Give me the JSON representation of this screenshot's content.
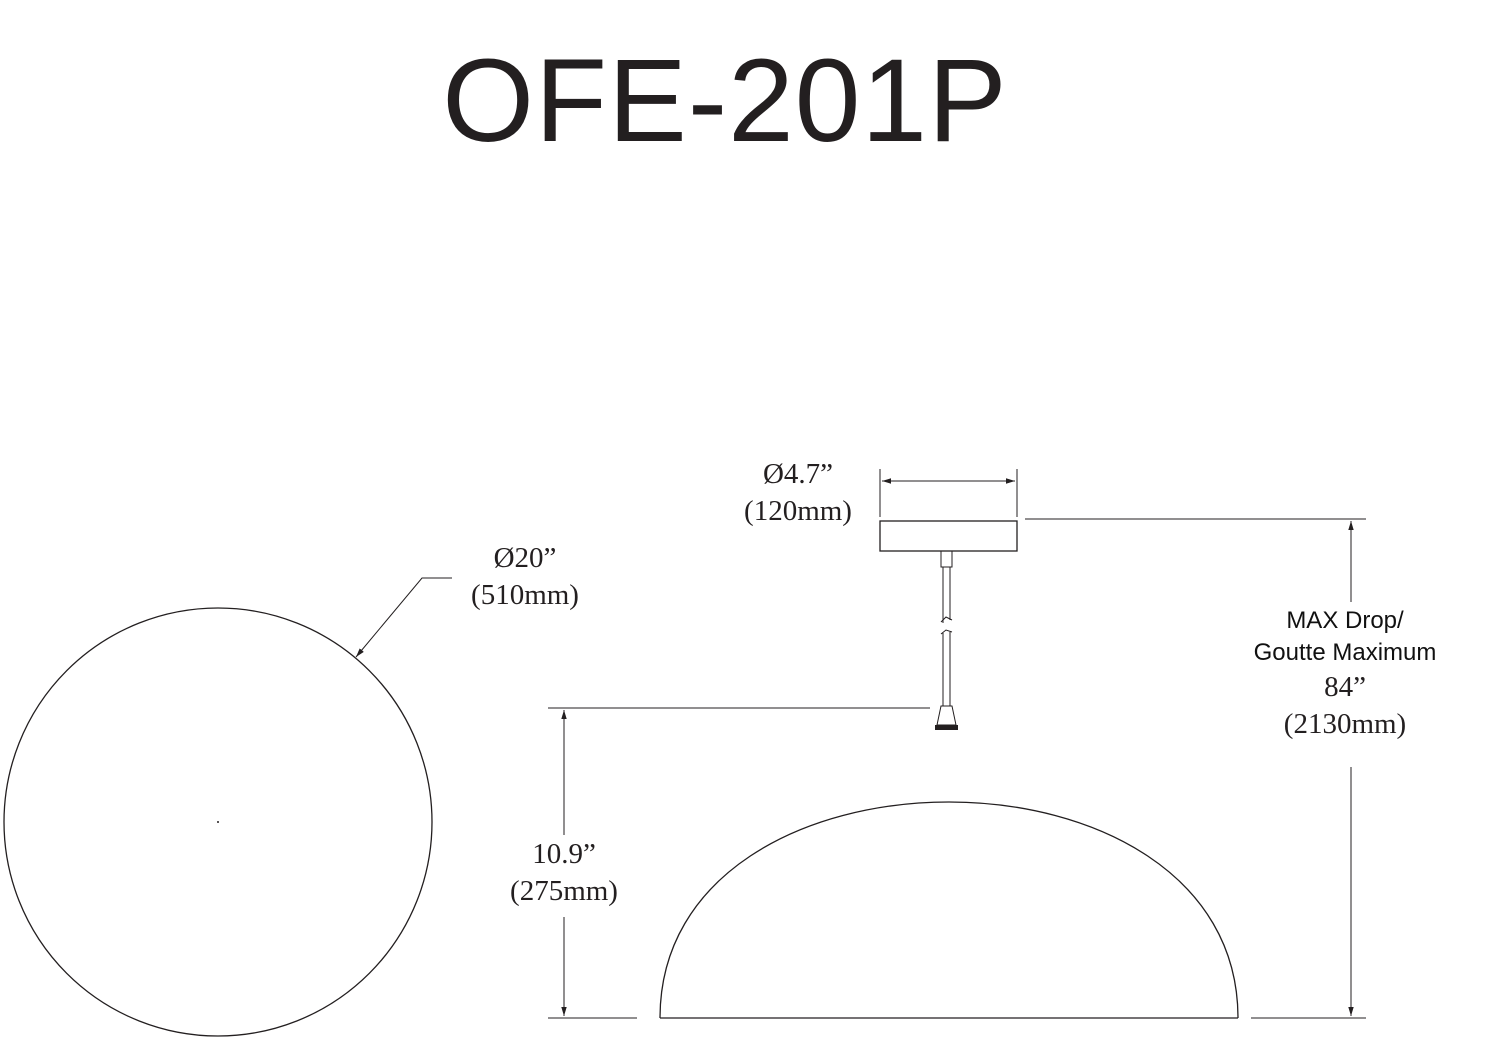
{
  "title": "OFE-201P",
  "canopy_dim": {
    "inches": "Ø4.7”",
    "mm": "(120mm)"
  },
  "shade_diameter_dim": {
    "inches": "Ø20”",
    "mm": "(510mm)"
  },
  "shade_height_dim": {
    "inches": "10.9”",
    "mm": "(275mm)"
  },
  "max_drop_dim": {
    "label_en": "MAX Drop/",
    "label_fr": "Goutte Maximum",
    "inches": "84”",
    "mm": "(2130mm)"
  },
  "colors": {
    "line": "#231f20",
    "background": "#ffffff"
  }
}
